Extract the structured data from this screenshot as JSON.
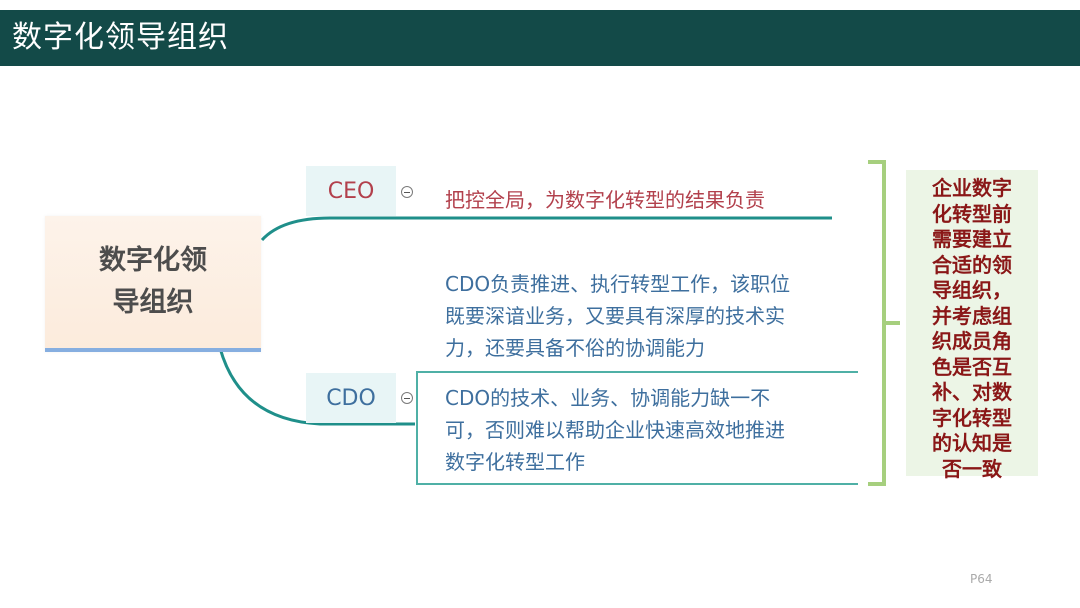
{
  "header": {
    "title": "数字化领导组织"
  },
  "root": {
    "label": "数字化领\n导组织"
  },
  "branches": [
    {
      "label": "CEO",
      "color": "#b2404c",
      "description": "把控全局，为数字化转型的结果负责"
    },
    {
      "label": "CDO",
      "color": "#3e6f9e",
      "description": [
        "CDO负责推进、执行转型工作，该职位\n既要深谙业务，又要具有深厚的技术实\n力，还要具备不俗的协调能力",
        "CDO的技术、业务、协调能力缺一不\n可，否则难以帮助企业快速高效地推进\n数字化转型工作"
      ]
    }
  ],
  "summary": {
    "text": "企业数字\n化转型前\n需要建立\n合适的领\n导组织，\n并考虑组\n织成员角\n色是否互\n补、对数\n字化转型\n的认知是\n否一致"
  },
  "footer": {
    "page": "P64"
  },
  "colors": {
    "header_bg": "#134a48",
    "branch_line": "#1f8f8a",
    "brace": "#a6cf7e"
  },
  "icons": [
    "collapse-icon"
  ]
}
